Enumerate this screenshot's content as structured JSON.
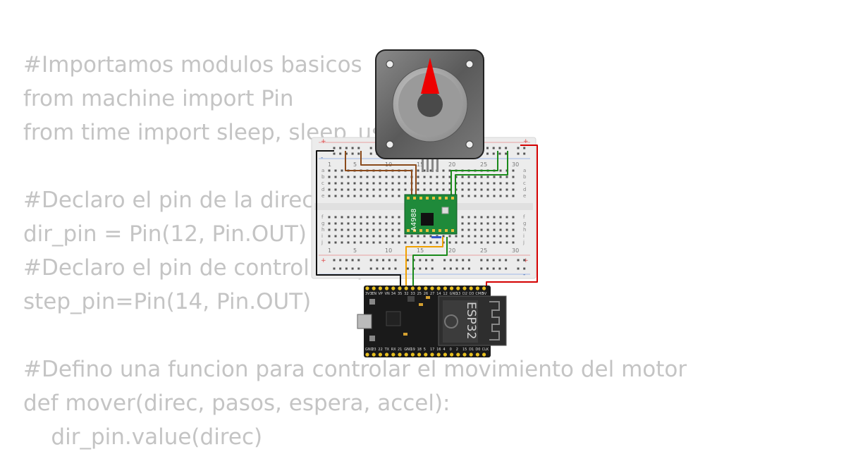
{
  "code_lines": [
    "#Importamos modulos basicos",
    "from machine import Pin",
    "from time import sleep, sleep_us",
    "",
    "#Declaro el pin de la direccion",
    "dir_pin = Pin(12, Pin.OUT)",
    "#Declaro el pin de control del paso",
    "step_pin=Pin(14, Pin.OUT)",
    "",
    "#Defino una funcion para controlar el movimiento del motor",
    "def mover(direc, pasos, espera, accel):",
    "    dir_pin.value(direc)"
  ],
  "breadboard": {
    "column_numbers": [
      "1",
      "5",
      "10",
      "15",
      "20",
      "25",
      "30"
    ],
    "row_letters_top": [
      "a",
      "b",
      "c",
      "d",
      "e"
    ],
    "row_letters_bottom": [
      "f",
      "g",
      "h",
      "i",
      "j"
    ],
    "rail_plus": "+",
    "rail_minus": "-"
  },
  "driver": {
    "label": "A4988",
    "color": "#1f8a3a"
  },
  "board": {
    "label": "ESP32",
    "top_pins": [
      "3V3",
      "EN",
      "VP",
      "VN",
      "34",
      "35",
      "32",
      "33",
      "25",
      "26",
      "27",
      "14",
      "12",
      "GND",
      "13",
      "D2",
      "D3",
      "CMD",
      "5V"
    ],
    "bottom_pins": [
      "GND",
      "23",
      "22",
      "TX",
      "RX",
      "21",
      "GND",
      "19",
      "18",
      "5",
      "17",
      "16",
      "4",
      "0",
      "2",
      "15",
      "D1",
      "D0",
      "CLK"
    ]
  },
  "wire_colors": {
    "gnd": "#111111",
    "power": "#d40000",
    "coil_a": "#8b4a1a",
    "coil_b": "#1a8a1a",
    "step": "#f0a000",
    "dir": "#1a8a1a"
  }
}
